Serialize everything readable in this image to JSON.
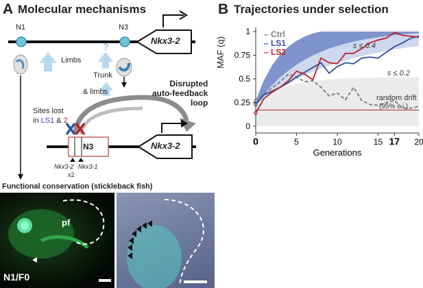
{
  "panel_a": {
    "letter": "A",
    "title": "Molecular mechanisms",
    "gene": "Nkx3-2",
    "n1": "N1",
    "n3": "N3",
    "limbs": "Limbs",
    "trunk": "Trunk",
    "and_limbs": "& limbs",
    "disrupted_l1": "Disrupted",
    "disrupted_l2": "auto-feedback",
    "disrupted_l3": "loop",
    "sites_l1": "Sites lost",
    "sites_in": "in",
    "sites_ls1": "LS1",
    "sites_amp": "&",
    "sites_2": "2",
    "site_a": "Nkx3-2",
    "site_a_sub": "x2",
    "site_b": "Nkx3-1",
    "conservation": "Functional conservation (stickleback fish)",
    "photo_left_label": "N1/F0",
    "pf": "pf"
  },
  "panel_b": {
    "letter": "B",
    "title": "Trajectories under selection",
    "colors": {
      "ctrl": "#808080",
      "ls1": "#2e4f9c",
      "ls2": "#b8202a"
    },
    "chart_data": {
      "type": "line",
      "title": "Trajectories under selection",
      "xlabel": "Generations",
      "ylabel": "MAF (q)",
      "xlim": [
        0,
        20
      ],
      "ylim": [
        0,
        1
      ],
      "x_ticks": [
        "0",
        "5",
        "10",
        "15",
        "17",
        "20"
      ],
      "y_ticks": [
        "0",
        "0.25",
        "0.5",
        "0.75",
        "1"
      ],
      "legend": [
        "– Ctrl",
        "– LS1",
        "– LS2"
      ],
      "annotations": [
        "s ≤ 0.4",
        "s ≤ 0.2",
        "random drift",
        "(95% c.i.)"
      ],
      "drift_line_y": 0.17,
      "series": [
        {
          "name": "Ctrl",
          "points": [
            [
              0,
              0.27
            ],
            [
              3,
              0.47
            ],
            [
              4,
              0.55
            ],
            [
              5,
              0.52
            ],
            [
              6,
              0.47
            ],
            [
              7,
              0.48
            ],
            [
              8,
              0.41
            ],
            [
              9,
              0.32
            ],
            [
              10,
              0.35
            ],
            [
              11,
              0.28
            ],
            [
              12,
              0.41
            ],
            [
              13,
              0.27
            ],
            [
              14,
              0.23
            ],
            [
              15,
              0.22
            ],
            [
              16,
              0.25
            ],
            [
              17,
              0.27
            ],
            [
              18,
              0.19
            ],
            [
              19,
              0.19
            ],
            [
              20,
              0.21
            ]
          ]
        },
        {
          "name": "LS1",
          "points": [
            [
              0,
              0.23
            ],
            [
              1,
              0.33
            ],
            [
              2,
              0.37
            ],
            [
              3,
              0.41
            ],
            [
              4,
              0.46
            ],
            [
              5,
              0.52
            ],
            [
              6,
              0.57
            ],
            [
              7,
              0.62
            ],
            [
              8,
              0.67
            ],
            [
              9,
              0.56
            ],
            [
              10,
              0.63
            ],
            [
              11,
              0.67
            ],
            [
              12,
              0.66
            ],
            [
              13,
              0.72
            ],
            [
              14,
              0.73
            ],
            [
              15,
              0.72
            ],
            [
              16,
              0.78
            ],
            [
              17,
              0.84
            ],
            [
              18,
              0.88
            ],
            [
              19,
              0.93
            ],
            [
              20,
              0.95
            ]
          ]
        },
        {
          "name": "LS2",
          "points": [
            [
              0,
              0.14
            ],
            [
              1,
              0.29
            ],
            [
              2,
              0.36
            ],
            [
              3,
              0.41
            ],
            [
              4,
              0.48
            ],
            [
              5,
              0.58
            ],
            [
              6,
              0.55
            ],
            [
              7,
              0.49
            ],
            [
              8,
              0.72
            ],
            [
              9,
              0.67
            ],
            [
              10,
              0.66
            ],
            [
              11,
              0.77
            ],
            [
              12,
              0.77
            ],
            [
              13,
              0.82
            ],
            [
              14,
              0.88
            ],
            [
              15,
              0.91
            ],
            [
              16,
              0.93
            ],
            [
              17,
              0.99
            ],
            [
              18,
              0.96
            ],
            [
              19,
              0.95
            ],
            [
              20,
              0.94
            ]
          ]
        }
      ]
    }
  }
}
